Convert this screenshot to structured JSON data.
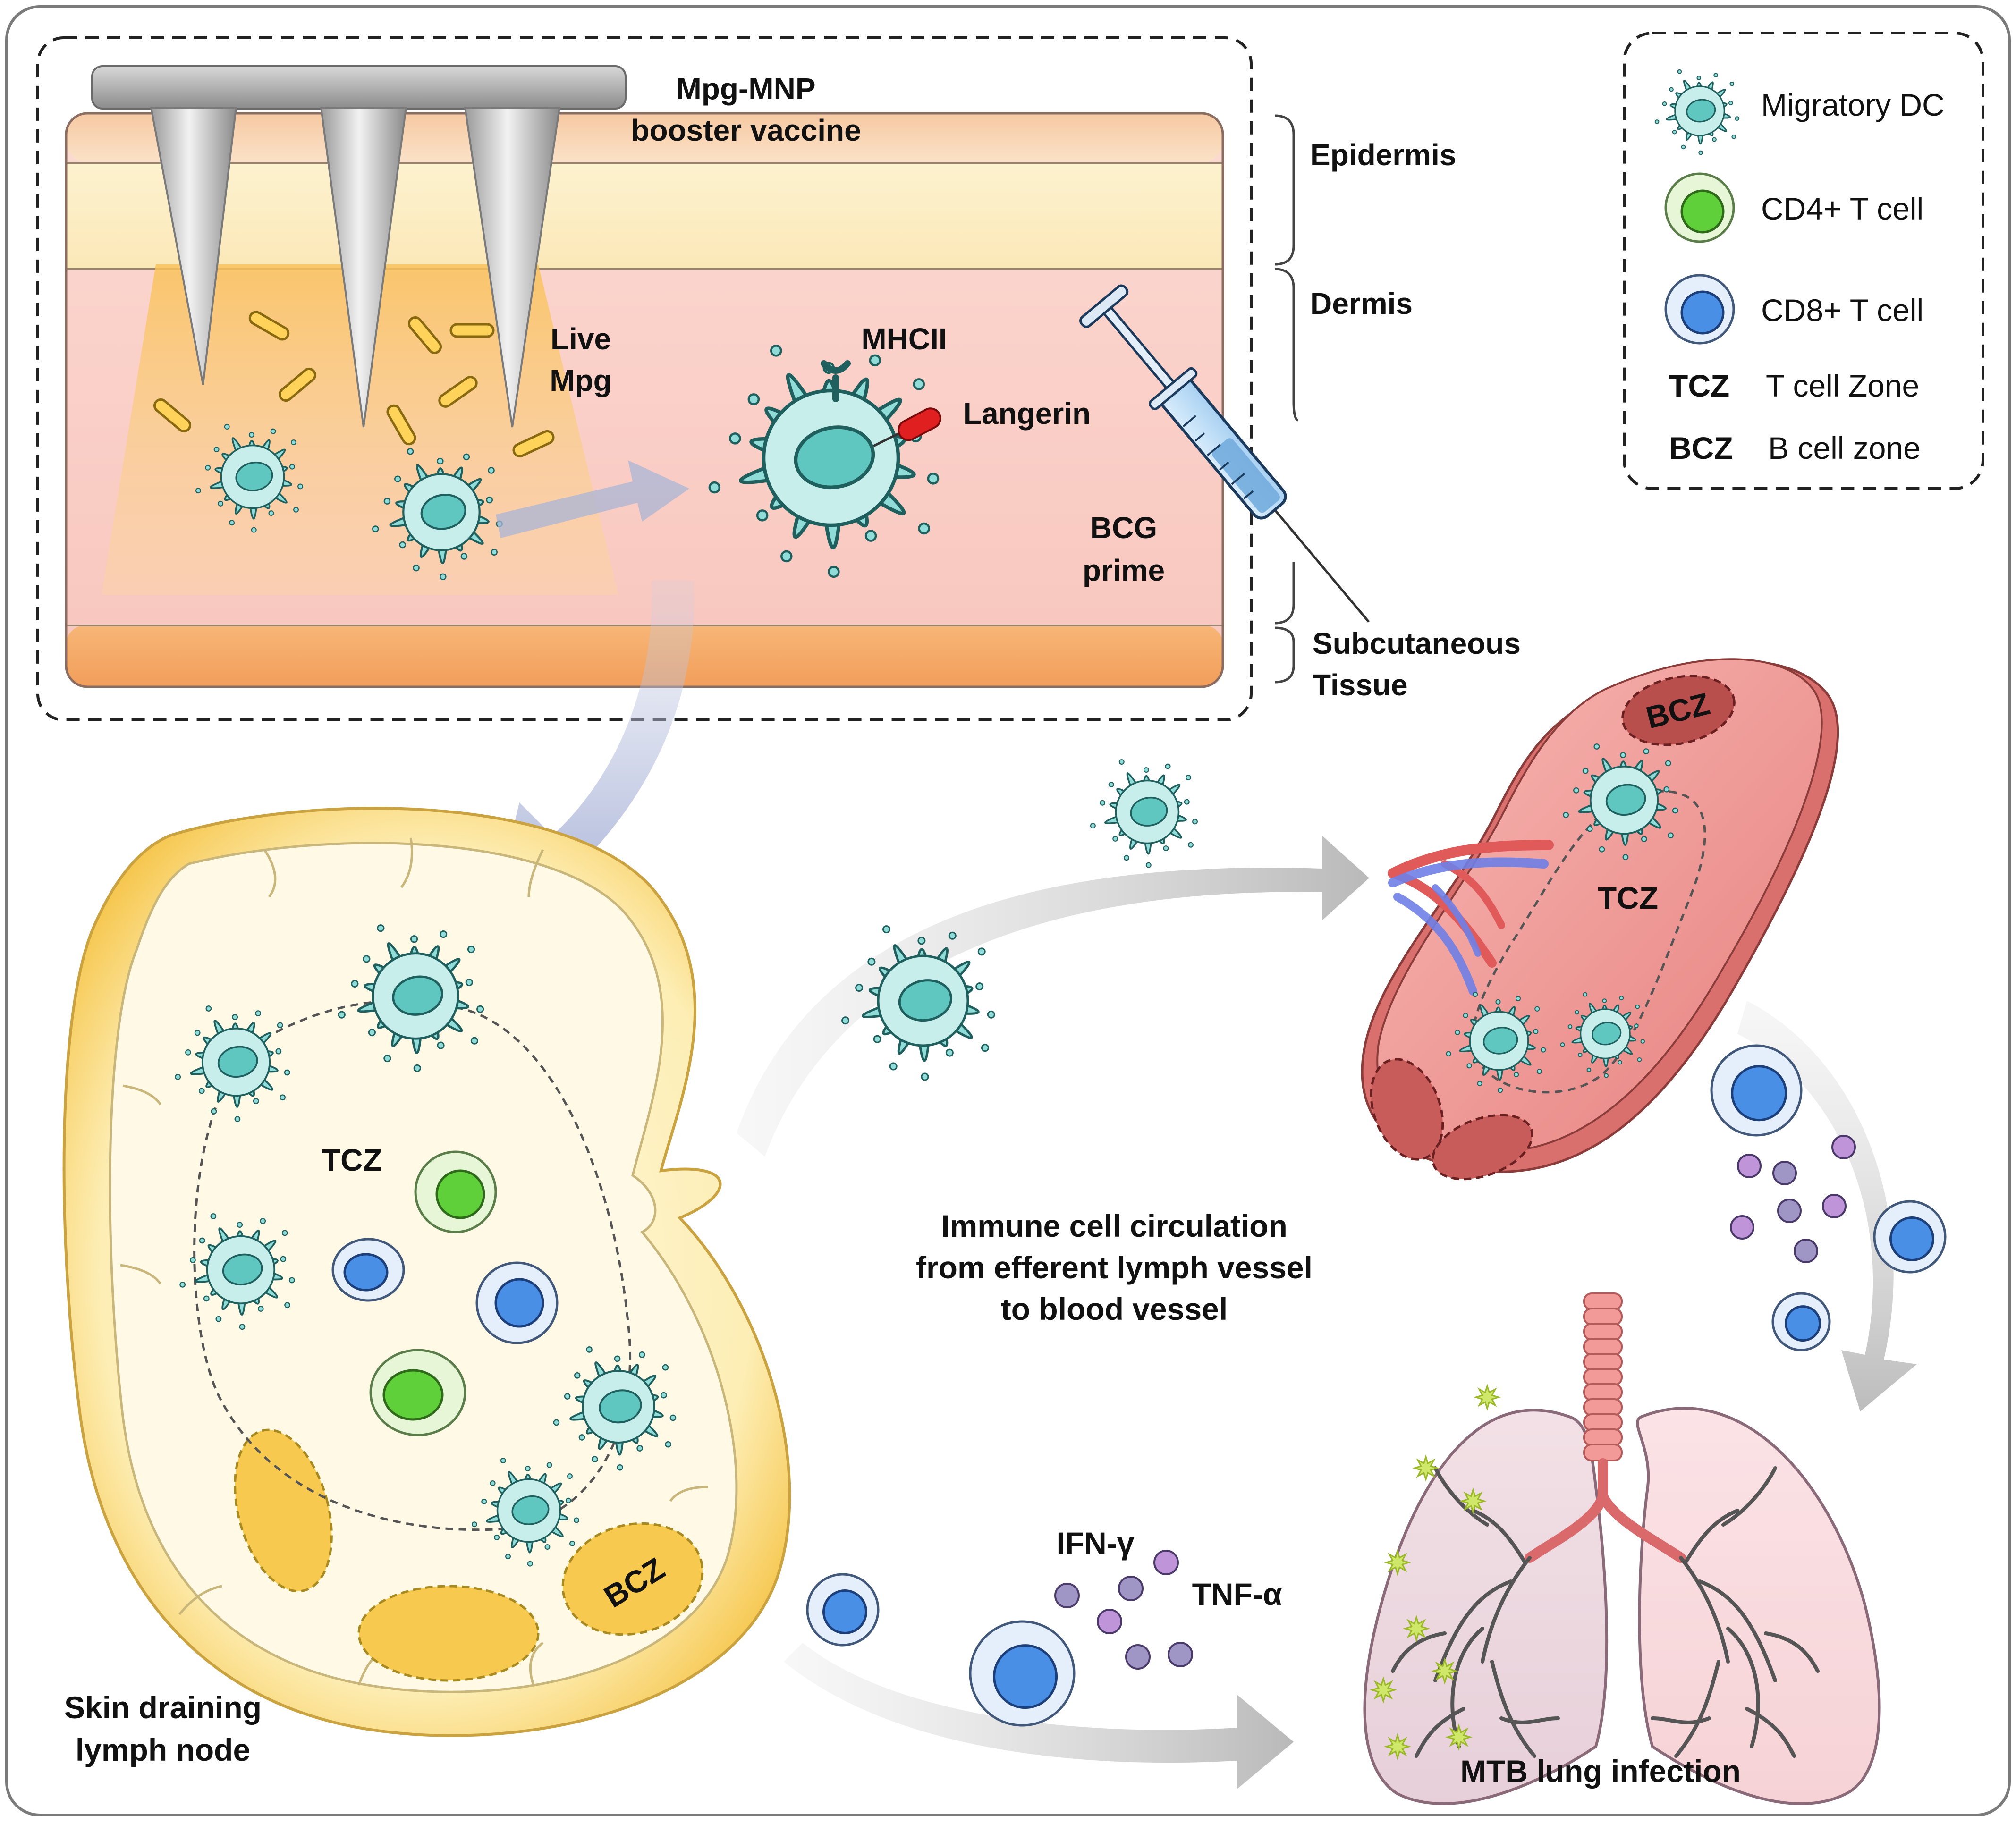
{
  "skin": {
    "vaccine_line1": "Mpg-MNP",
    "vaccine_line2": "booster vaccine",
    "live_line1": "Live",
    "live_line2": "Mpg",
    "mhc": "MHCII",
    "langerin": "Langerin",
    "bcg_line1": "BCG",
    "bcg_line2": "prime",
    "epidermis": "Epidermis",
    "dermis": "Dermis",
    "subq_line1": "Subcutaneous",
    "subq_line2": "Tissue"
  },
  "legend": {
    "items": [
      {
        "key": "",
        "label": "Migratory DC"
      },
      {
        "key": "",
        "label": "CD4+ T cell"
      },
      {
        "key": "",
        "label": "CD8+ T cell"
      },
      {
        "key": "TCZ",
        "label": "T cell Zone"
      },
      {
        "key": "BCZ",
        "label": "B cell zone"
      }
    ]
  },
  "lymph_node": {
    "tcz": "TCZ",
    "bcz": "BCZ",
    "caption_line1": "Skin draining",
    "caption_line2": "lymph node"
  },
  "spleen": {
    "tcz": "TCZ",
    "bcz": "BCZ"
  },
  "circulation": {
    "line1": "Immune cell circulation",
    "line2": "from efferent lymph vessel",
    "line3": "to blood vessel"
  },
  "cytokines": {
    "ifn": "IFN-γ",
    "tnf": "TNF-α"
  },
  "lung": {
    "caption": "MTB lung infection"
  },
  "colors": {
    "dc_fill": "#8fdcd8",
    "dc_stroke": "#1f5f5d",
    "cd4": "#5fcf3a",
    "cd8": "#4a8fe6",
    "cytokine": "#a98fd6",
    "lymph_node": "#f6cf5a",
    "spleen": "#e99b9b",
    "skin_dermis": "#f9d3ce",
    "skin_subq": "#f4a866"
  }
}
